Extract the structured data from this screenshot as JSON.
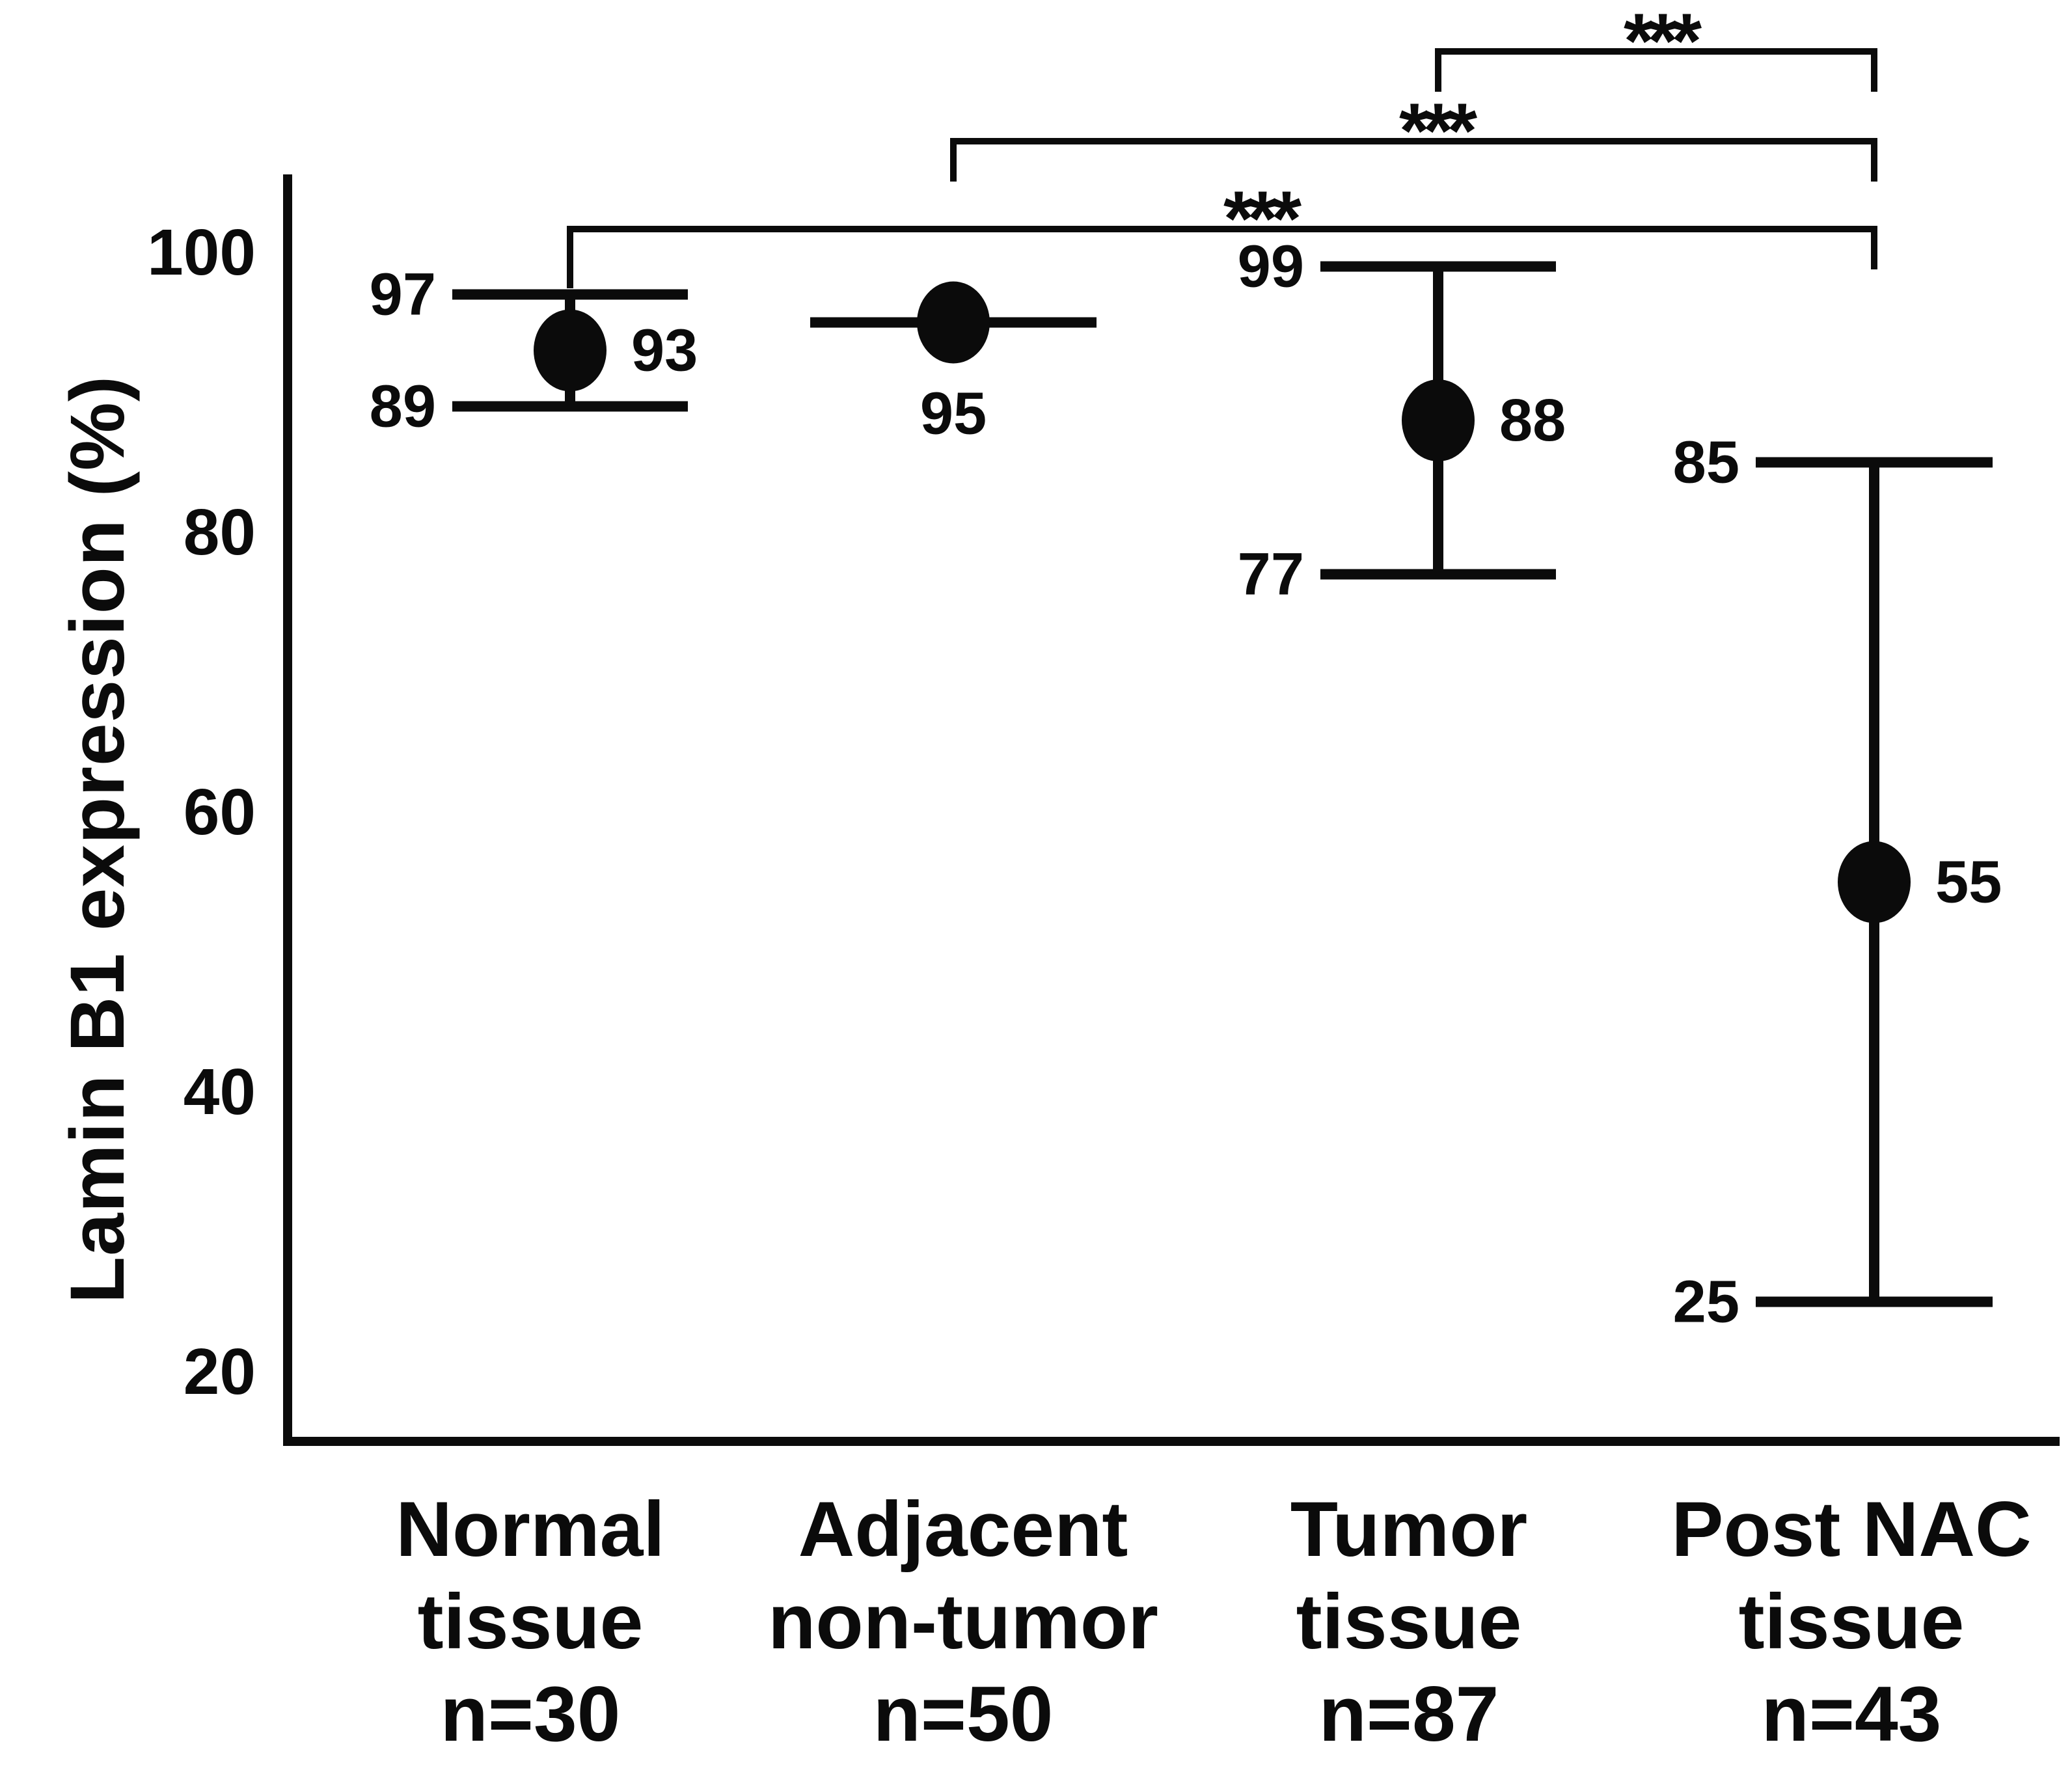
{
  "chart_data": {
    "type": "scatter",
    "subtype": "point-with-range-bars",
    "title": "",
    "xlabel": "",
    "ylabel": "Lamin B1 expression (%)",
    "ylim": [
      15,
      106
    ],
    "yticks": [
      100,
      80,
      60,
      40,
      20
    ],
    "grid": false,
    "legend": "none",
    "groups": [
      {
        "name": "Normal tissue",
        "label_lines": [
          "Normal",
          "tissue",
          "n=30"
        ],
        "n": 30,
        "value": 93,
        "low": 89,
        "high": 97
      },
      {
        "name": "Adjacent non-tumor",
        "label_lines": [
          "Adjacent",
          "non-tumor",
          "n=50"
        ],
        "n": 50,
        "value": 95,
        "low": null,
        "high": null
      },
      {
        "name": "Tumor tissue",
        "label_lines": [
          "Tumor",
          "tissue",
          "n=87"
        ],
        "n": 87,
        "value": 88,
        "low": 77,
        "high": 99
      },
      {
        "name": "Post NAC tissue",
        "label_lines": [
          "Post NAC",
          "tissue",
          "n=43"
        ],
        "n": 43,
        "value": 55,
        "low": 25,
        "high": 85
      }
    ],
    "significance": [
      {
        "group_a": "Tumor tissue",
        "group_b": "Post NAC tissue",
        "label": "***"
      },
      {
        "group_a": "Adjacent non-tumor",
        "group_b": "Post NAC tissue",
        "label": "***"
      },
      {
        "group_a": "Normal tissue",
        "group_b": "Post NAC tissue",
        "label": "***"
      }
    ],
    "colors": {
      "ink": "#0b0b0b",
      "background": "#ffffff"
    }
  }
}
